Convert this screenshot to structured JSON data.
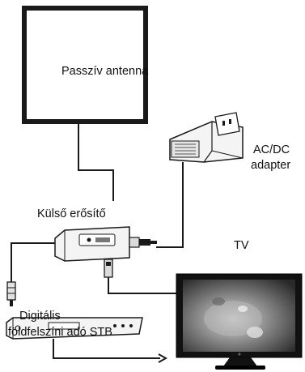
{
  "labels": {
    "antenna": "Passzív antenna",
    "adapter_line1": "AC/DC",
    "adapter_line2": "adapter",
    "amplifier": "Külső erősítő",
    "tv": "TV",
    "stb_line1": "Digitális",
    "stb_line2": "földfelszíni adó STB"
  },
  "colors": {
    "line": "#1a1a1a",
    "device_fill": "#f4f4f4",
    "screen": "#3a3a3a"
  }
}
